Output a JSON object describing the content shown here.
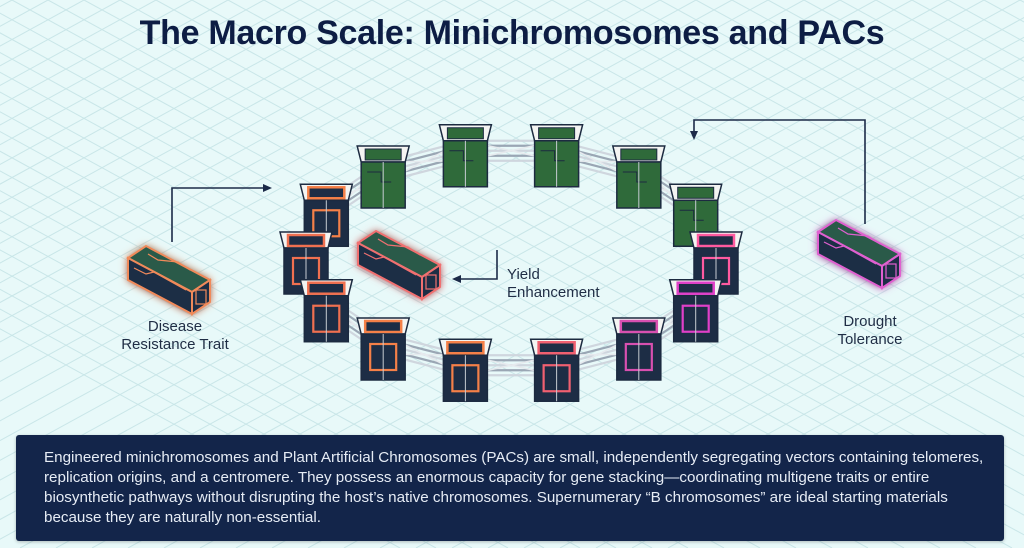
{
  "title": "The Macro Scale: Minichromosomes and PACs",
  "labels": {
    "disease": {
      "line1": "Disease",
      "line2": "Resistance Trait",
      "color": "#f08a5a"
    },
    "yield": {
      "line1": "Yield",
      "line2": "Enhancement",
      "color": "#f07070"
    },
    "drought": {
      "line1": "Drought",
      "line2": "Tolerance",
      "color": "#e060d0"
    }
  },
  "description": "Engineered minichromosomes and Plant Artificial Chromosomes (PACs) are small, independently segregating vectors containing telomeres, replication origins, and a centromere. They possess an enormous capacity for gene stacking—coordinating multigene traits or entire biosynthetic pathways without disrupting the host’s native chromosomes. Supernumerary “B chromosomes” are ideal starting materials because they are naturally non-essential.",
  "colors": {
    "background": "#e8f9f9",
    "grid": "#c9e6e8",
    "title": "#0d1d44",
    "panel": "#13254a",
    "cube_dark": "#1d2d45",
    "cube_green": "#2f6a3a",
    "cube_top": "#f4f4f2"
  },
  "ring": {
    "modules": [
      {
        "accent": "green"
      },
      {
        "accent": "green"
      },
      {
        "accent": "green"
      },
      {
        "accent": "green"
      },
      {
        "accent": "#ff5aa0"
      },
      {
        "accent": "#e040c8"
      },
      {
        "accent": "#d850b0"
      },
      {
        "accent": "#f06070"
      },
      {
        "accent": "#f58048"
      },
      {
        "accent": "#f58048"
      },
      {
        "accent": "#f07050"
      },
      {
        "accent": "#f07050"
      },
      {
        "accent": "green"
      }
    ]
  }
}
